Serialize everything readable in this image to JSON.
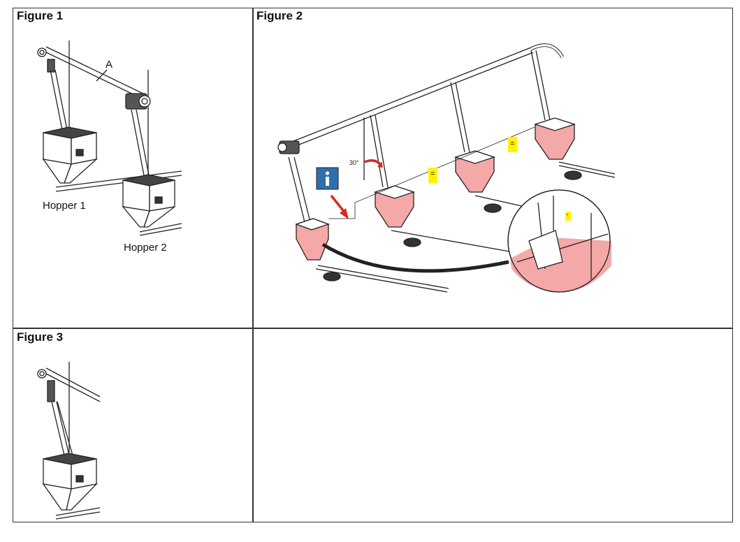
{
  "figures": [
    {
      "title": "Figure 1",
      "labels": {
        "callout": "A",
        "hopper1": "Hopper 1",
        "hopper2": "Hopper 2"
      }
    },
    {
      "title": "Figure 2",
      "labels": {
        "angle": "30°",
        "equal_marker": "=",
        "minus_marker": "-"
      }
    },
    {
      "title": "Figure 3"
    }
  ],
  "colors": {
    "line": "#222222",
    "hopper_fill": "#f4a8a8",
    "info_blue": "#2e6fae",
    "arrow_red": "#d62a1e",
    "highlight_yellow": "#fff200"
  },
  "icons": [
    "info-icon",
    "arrow-icon"
  ]
}
